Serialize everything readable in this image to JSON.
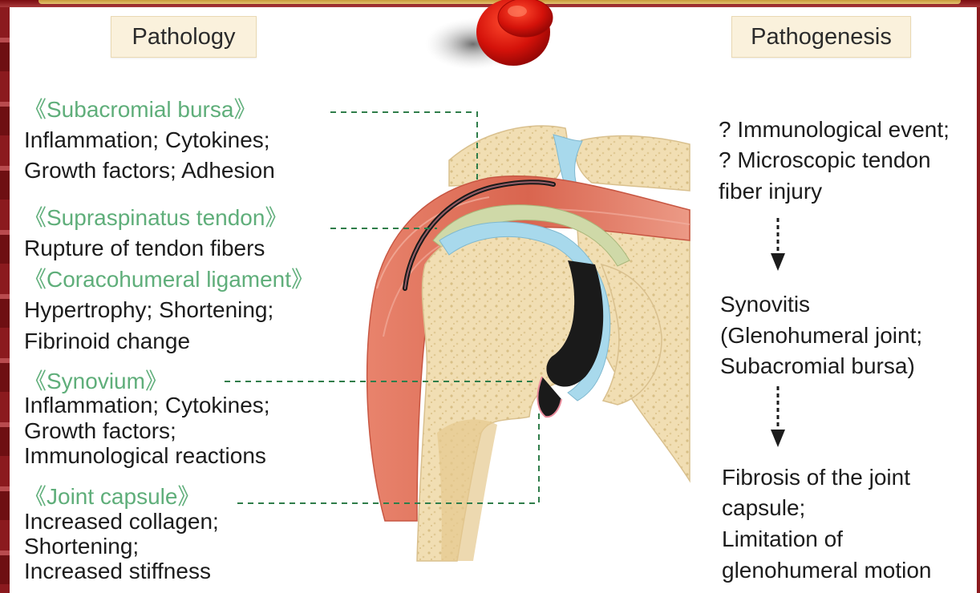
{
  "headings": {
    "pathology": "Pathology",
    "pathogenesis": "Pathogenesis"
  },
  "pathology": [
    {
      "title": "《Subacromial bursa》",
      "lines": [
        "Inflammation; Cytokines;",
        "Growth factors; Adhesion"
      ]
    },
    {
      "title": "《Supraspinatus tendon》",
      "lines": [
        "Rupture of tendon fibers"
      ]
    },
    {
      "title": "《Coracohumeral ligament》",
      "lines": [
        "Hypertrophy; Shortening;",
        "Fibrinoid change"
      ]
    },
    {
      "title": "《Synovium》",
      "lines": [
        "Inflammation; Cytokines;",
        "Growth factors;",
        "Immunological reactions"
      ]
    },
    {
      "title": "《Joint capsule》",
      "lines": [
        "Increased collagen;",
        "Shortening;",
        "Increased stiffness"
      ]
    }
  ],
  "pathogenesis": [
    {
      "lines": [
        "? Immunological event;",
        "? Microscopic tendon",
        "fiber injury"
      ]
    },
    {
      "lines": [
        "Synovitis",
        "(Glenohumeral joint;",
        "Subacromial bursa)"
      ]
    },
    {
      "lines": [
        "Fibrosis of the joint",
        "capsule;",
        "Limitation of",
        "glenohumeral motion"
      ]
    }
  ],
  "colors": {
    "label_green": "#5fae7a",
    "text": "#1c1c1c",
    "muscle": "#e07a66",
    "bone": "#f1deb3",
    "cartilage": "#a8d9ec",
    "bursa": "#1a1a1a",
    "leader_line": "#2f7d4a",
    "frame": "#8b1a1e"
  },
  "icons": [
    "push-pin-icon",
    "arrow-down-icon"
  ]
}
